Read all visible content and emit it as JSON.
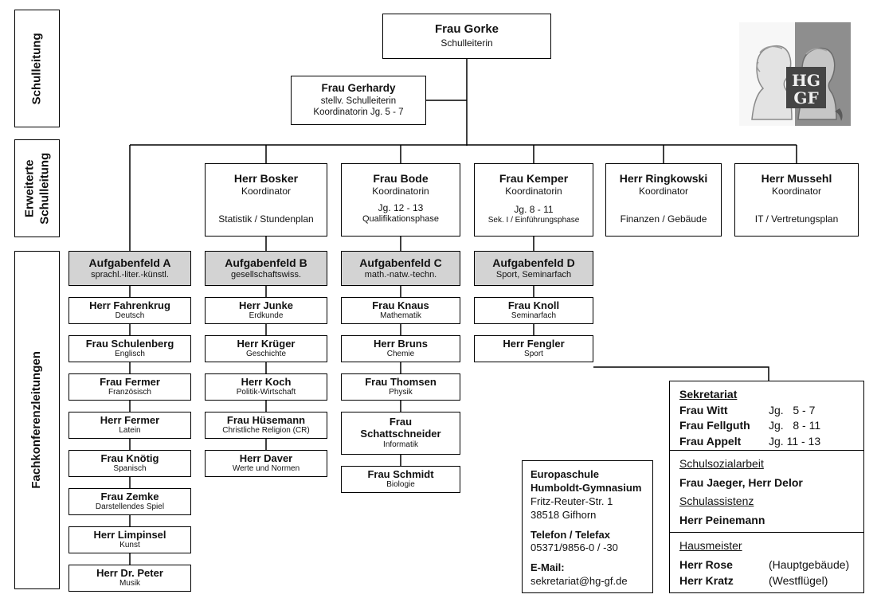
{
  "side_labels": [
    {
      "label": "Schulleitung"
    },
    {
      "label": "Erweiterte\nSchulleitung"
    },
    {
      "label": "Fachkonferenzleitungen"
    }
  ],
  "leadership": {
    "principal": {
      "name": "Frau Gorke",
      "role": "Schulleiterin"
    },
    "deputy": {
      "name": "Frau Gerhardy",
      "role": "stellv. Schulleiterin",
      "detail": "Koordinatorin Jg. 5 - 7"
    }
  },
  "coordinators": [
    {
      "name": "Herr Bosker",
      "role": "Koordinator",
      "detail1": "",
      "detail2": "Statistik / Stundenplan"
    },
    {
      "name": "Frau Bode",
      "role": "Koordinatorin",
      "detail1": "Jg. 12 - 13",
      "detail2": "Qualifikationsphase"
    },
    {
      "name": "Frau Kemper",
      "role": "Koordinatorin",
      "detail1": "Jg. 8 - 11",
      "detail2": "Sek. I / Einführungsphase"
    },
    {
      "name": "Herr Ringkowski",
      "role": "Koordinator",
      "detail1": "",
      "detail2": "Finanzen / Gebäude"
    },
    {
      "name": "Herr Mussehl",
      "role": "Koordinator",
      "detail1": "",
      "detail2": "IT / Vertretungsplan"
    }
  ],
  "departments": [
    {
      "title": "Aufgabenfeld A",
      "subtitle": "sprachl.-liter.-künstl.",
      "members": [
        {
          "name": "Herr Fahrenkrug",
          "subject": "Deutsch"
        },
        {
          "name": "Frau Schulenberg",
          "subject": "Englisch"
        },
        {
          "name": "Frau Fermer",
          "subject": "Französisch"
        },
        {
          "name": "Herr Fermer",
          "subject": "Latein"
        },
        {
          "name": "Frau Knötig",
          "subject": "Spanisch"
        },
        {
          "name": "Frau Zemke",
          "subject": "Darstellendes Spiel"
        },
        {
          "name": "Herr Limpinsel",
          "subject": "Kunst"
        },
        {
          "name": "Herr Dr. Peter",
          "subject": "Musik"
        }
      ]
    },
    {
      "title": "Aufgabenfeld B",
      "subtitle": "gesellschaftswiss.",
      "members": [
        {
          "name": "Herr Junke",
          "subject": "Erdkunde"
        },
        {
          "name": "Herr Krüger",
          "subject": "Geschichte"
        },
        {
          "name": "Herr Koch",
          "subject": "Politik-Wirtschaft"
        },
        {
          "name": "Frau Hüsemann",
          "subject": "Christliche Religion (CR)"
        },
        {
          "name": "Herr Daver",
          "subject": "Werte und Normen"
        }
      ]
    },
    {
      "title": "Aufgabenfeld C",
      "subtitle": "math.-natw.-techn.",
      "members": [
        {
          "name": "Frau Knaus",
          "subject": "Mathematik"
        },
        {
          "name": "Herr Bruns",
          "subject": "Chemie"
        },
        {
          "name": "Frau Thomsen",
          "subject": "Physik"
        },
        {
          "name": "Frau Schattschneider",
          "subject": "Informatik"
        },
        {
          "name": "Frau Schmidt",
          "subject": "Biologie"
        }
      ]
    },
    {
      "title": "Aufgabenfeld D",
      "subtitle": "Sport, Seminarfach",
      "members": [
        {
          "name": "Frau Knoll",
          "subject": "Seminarfach"
        },
        {
          "name": "Herr Fengler",
          "subject": "Sport"
        }
      ]
    }
  ],
  "contact": {
    "name1": "Europaschule",
    "name2": "Humboldt-Gymnasium",
    "street": "Fritz-Reuter-Str. 1",
    "city": "38518 Gifhorn",
    "phone_label": "Telefon / Telefax",
    "phone": "05371/9856-0 / -30",
    "email_label": "E-Mail:",
    "email": "sekretariat@hg-gf.de"
  },
  "services": {
    "sekretariat": {
      "heading": "Sekretariat",
      "rows": [
        {
          "name": "Frau Witt",
          "detail": "Jg.   5 - 7"
        },
        {
          "name": "Frau Fellguth",
          "detail": "Jg.   8 - 11"
        },
        {
          "name": "Frau Appelt",
          "detail": "Jg. 11 - 13"
        }
      ]
    },
    "sozialarbeit": {
      "heading": "Schulsozialarbeit",
      "staff": "Frau Jaeger, Herr Delor",
      "heading2": "Schulassistenz",
      "staff2": "Herr Peinemann"
    },
    "hausmeister": {
      "heading": "Hausmeister",
      "rows": [
        {
          "name": "Herr Rose",
          "detail": "(Hauptgebäude)"
        },
        {
          "name": "Herr Kratz",
          "detail": "(Westflügel)"
        }
      ]
    }
  },
  "logo": {
    "line1": "HG",
    "line2": "GF"
  }
}
